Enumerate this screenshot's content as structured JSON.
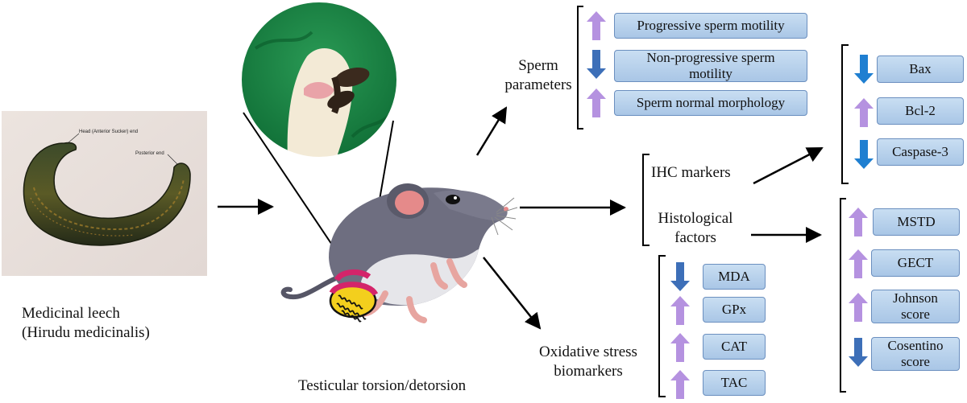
{
  "leech": {
    "caption_line1": "Medicinal leech",
    "caption_line2": "(Hirudu medicinalis)",
    "head_label": "Head (Anterior Sucker) end",
    "posterior_label": "Posterior end"
  },
  "model": {
    "caption": "Testicular torsion/detorsion"
  },
  "sperm": {
    "label_line1": "Sperm",
    "label_line2": "parameters",
    "items": [
      {
        "text": "Progressive sperm motility",
        "direction": "up"
      },
      {
        "text_line1": "Non-progressive sperm",
        "text_line2": "motility",
        "direction": "down"
      },
      {
        "text": "Sperm normal morphology",
        "direction": "up"
      }
    ]
  },
  "ihc": {
    "label": "IHC markers",
    "items": [
      {
        "text": "Bax",
        "direction": "down"
      },
      {
        "text": "Bcl-2",
        "direction": "up"
      },
      {
        "text": "Caspase-3",
        "direction": "down"
      }
    ]
  },
  "histo": {
    "label_line1": "Histological",
    "label_line2": "factors",
    "items": [
      {
        "text": "MSTD",
        "direction": "up"
      },
      {
        "text": "GECT",
        "direction": "up"
      },
      {
        "text_line1": "Johnson",
        "text_line2": "score",
        "direction": "up"
      },
      {
        "text_line1": "Cosentino",
        "text_line2": "score",
        "direction": "down"
      }
    ]
  },
  "oxidative": {
    "label_line1": "Oxidative stress",
    "label_line2": "biomarkers",
    "items": [
      {
        "text": "MDA",
        "direction": "down"
      },
      {
        "text": "GPx",
        "direction": "up"
      },
      {
        "text": "CAT",
        "direction": "up"
      },
      {
        "text": "TAC",
        "direction": "up"
      }
    ]
  },
  "colors": {
    "up": "#b592e0",
    "down_dark": "#3d6fb8",
    "down_bright": "#1f7fd1",
    "box": "#b7d0ec"
  }
}
